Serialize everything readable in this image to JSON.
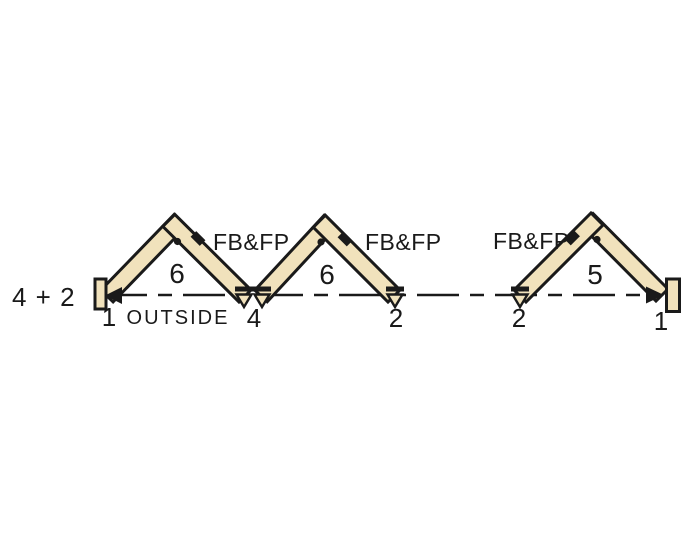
{
  "diagram": {
    "config_label": "4 + 2",
    "outside_label": "OUTSIDE",
    "hardware_labels": [
      "FB&FP",
      "FB&FP",
      "FB&FP"
    ],
    "panel_group_numbers": [
      "6",
      "6",
      "5"
    ],
    "point_numbers": [
      "1",
      "4",
      "2",
      "2",
      "1"
    ],
    "colors": {
      "panel_fill": "#F1E2BC",
      "outline": "#1A1A1A",
      "background": "#FFFFFF"
    }
  }
}
